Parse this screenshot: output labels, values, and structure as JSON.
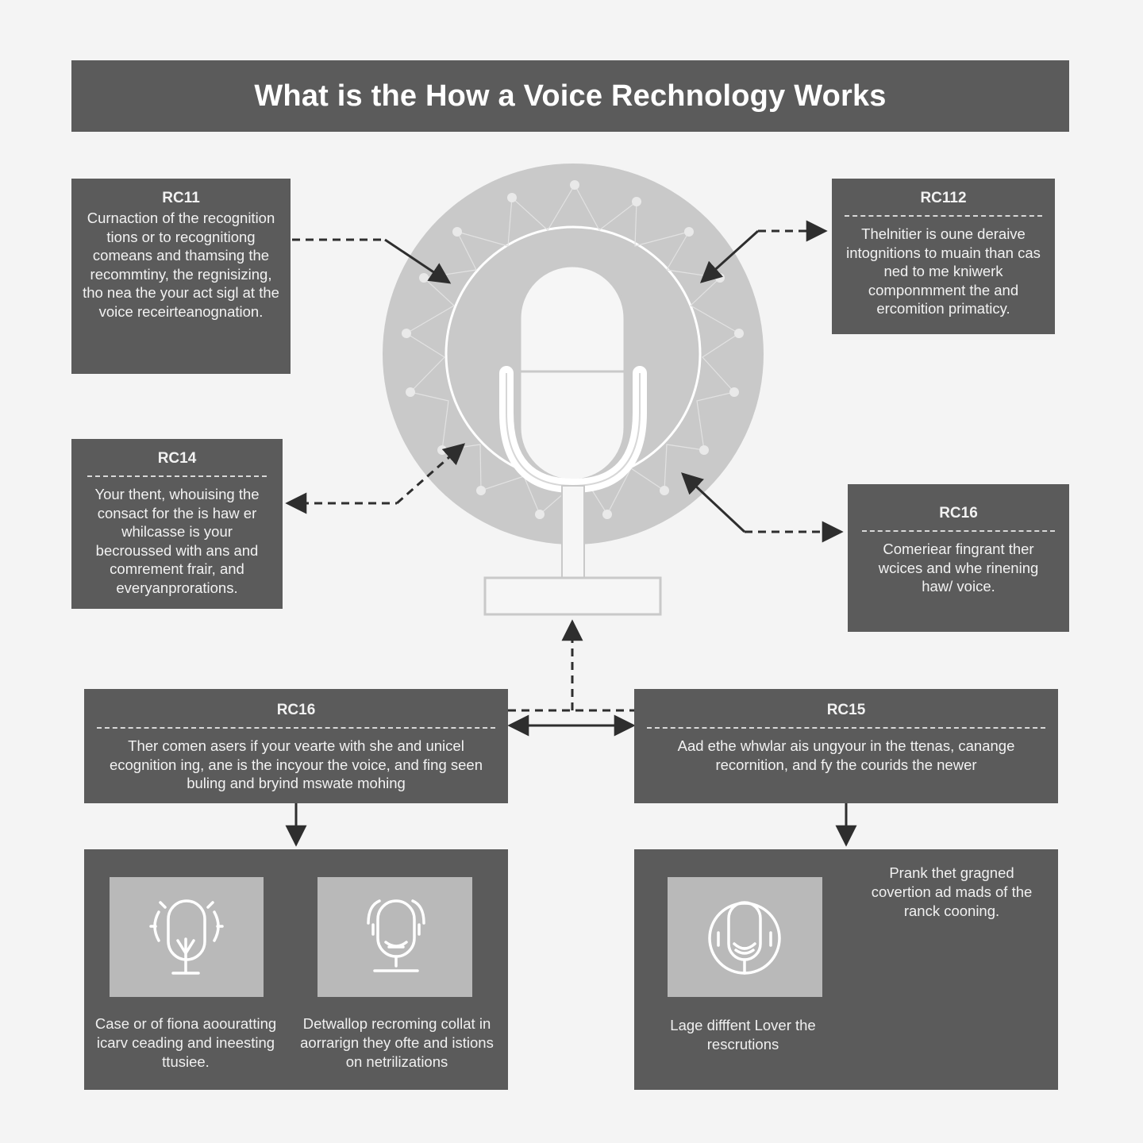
{
  "title": "What is the How a Voice Rechnology Works",
  "boxes": {
    "rc11": {
      "code": "RC11",
      "text": "Curnaction of the recognition tions or to recognitiong comeans and thamsing the recommtiny, the regnisizing, tho nea the your act sigl at the voice receirteanognation."
    },
    "rc112": {
      "code": "RC112",
      "text": "Thelnitier is oune deraive intognitions to muain than cas ned to me kniwerk componmment the and ercomition primaticy."
    },
    "rc14": {
      "code": "RC14",
      "text": "Your thent, whouising the consact for the is haw er whilcasse is your becroussed with ans and comrement frair, and everyanprorations."
    },
    "rc16_right": {
      "code": "RC16",
      "text": "Comeriear fingrant ther wcices and whe rinening haw/ voice."
    },
    "rc16_bottom": {
      "code": "RC16",
      "text": "Ther comen asers if your vearte with she and unicel ecognition ing, ane is the incyour the voice, and fing seen buling and bryind mswate mohing"
    },
    "rc15": {
      "code": "RC15",
      "text": "Aad ethe whwlar ais ungyour in the ttenas, canange recornition, and fy the courids the newer"
    }
  },
  "panels": {
    "left": {
      "tile1_icon": "microphone-sound-icon",
      "tile1_caption": "Case or of fiona aoouratting icarv ceading and ineesting ttusiee.",
      "tile2_icon": "person-headset-icon",
      "tile2_caption": "Detwallop recroming collat in aorrarign they ofte and istions on netrilizations"
    },
    "right": {
      "tile_icon": "face-headset-icon",
      "tile_caption": "Lage difffent Lover the rescrutions",
      "side_text": "Prank thet gragned covertion ad mads of the ranck cooning."
    }
  },
  "center": {
    "icon": "microphone-icon"
  }
}
